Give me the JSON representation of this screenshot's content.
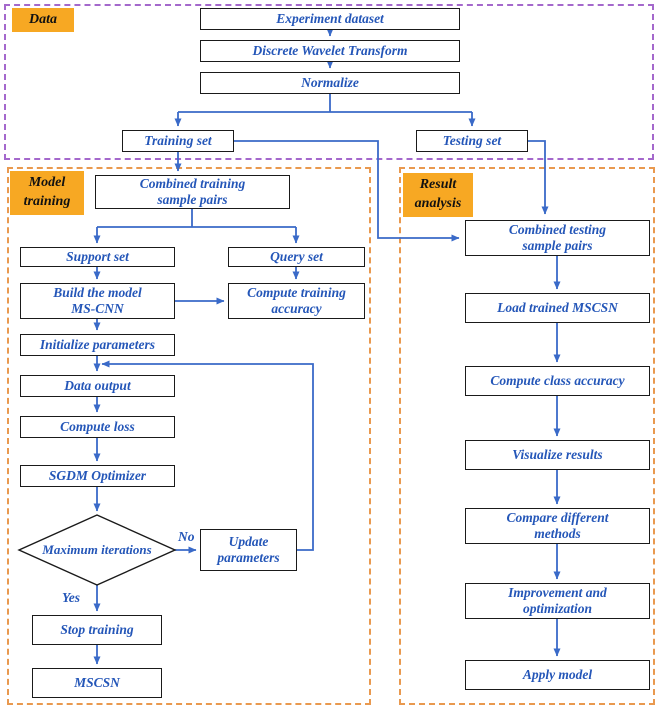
{
  "sections": {
    "data": {
      "label": "Data"
    },
    "model_training": {
      "label": "Model\ntraining"
    },
    "result_analysis": {
      "label": "Result\nanalysis"
    }
  },
  "nodes": {
    "experiment_dataset": "Experiment dataset",
    "discrete_wavelet_transform": "Discrete Wavelet Transform",
    "normalize": "Normalize",
    "training_set": "Training set",
    "testing_set": "Testing set",
    "combined_training_sample_pairs": "Combined training\nsample pairs",
    "support_set": "Support set",
    "query_set": "Query set",
    "build_the_model_ms_cnn": "Build the model\nMS-CNN",
    "compute_training_accuracy": "Compute training\naccuracy",
    "initialize_parameters": "Initialize parameters",
    "data_output": "Data output",
    "compute_loss": "Compute loss",
    "sgdm_optimizer": "SGDM Optimizer",
    "maximum_iterations": "Maximum iterations",
    "update_parameters": "Update\nparameters",
    "stop_training": "Stop training",
    "mscsn": "MSCSN",
    "combined_testing_sample_pairs": "Combined testing\nsample pairs",
    "load_trained_mscsn": "Load trained MSCSN",
    "compute_class_accuracy": "Compute class accuracy",
    "visualize_results": "Visualize results",
    "compare_different_methods": "Compare different\nmethods",
    "improvement_and_optimization": "Improvement and\noptimization",
    "apply_model": "Apply model"
  },
  "edge_labels": {
    "no": "No",
    "yes": "Yes"
  },
  "colors": {
    "node_text_blue": "#2456b8",
    "arrow_blue": "#3a6ac8",
    "section_label_orange": "#f7a823",
    "data_border_purple": "#a468cc",
    "panel_border_orange": "#e9994f",
    "node_border_black": "#1a1a1a"
  }
}
